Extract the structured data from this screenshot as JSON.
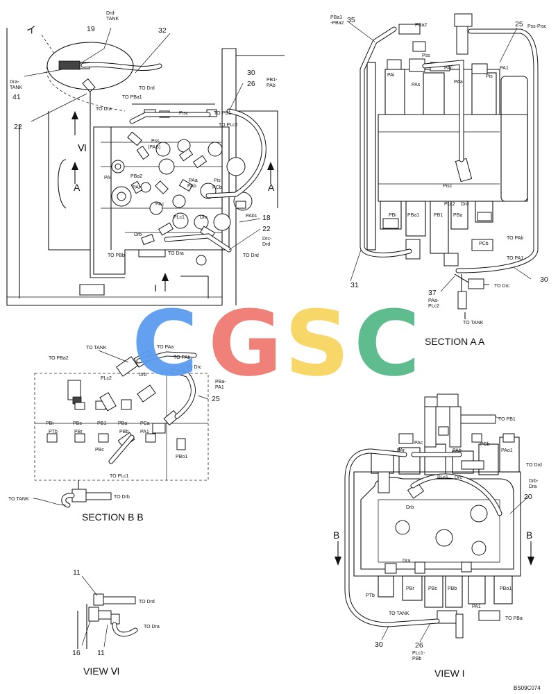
{
  "watermark": {
    "letters": [
      "C",
      "G",
      "S",
      "C"
    ],
    "colors": [
      "#5b9bef",
      "#ef7b72",
      "#f7d560",
      "#57b98a"
    ]
  },
  "drawing_code": "BS09C074",
  "top_left": {
    "callouts": [
      "32",
      "19",
      "30",
      "26",
      "41",
      "22",
      "18",
      "22"
    ],
    "roman_i_small": "イ",
    "notes": {
      "drd_tank": "Drd-\nTANK",
      "dra_tank": "Dra-\nTANK",
      "pb1_pab": "PB1-\nPAb",
      "drc_drd": "Drc-\nDrd"
    },
    "labels": [
      "TO Drd",
      "TO Dra",
      "TO PBa1",
      "TO PB1",
      "Pisc",
      "TO PLc2",
      "Pss",
      "(PAS)",
      "PAi",
      "PBa2",
      "PAr",
      "PAa",
      "PAb",
      "Pis",
      "PCb",
      "PAc",
      "PAb1",
      "Drb",
      "PLc1",
      "Drc",
      "TO PBb",
      "TO Dra",
      "TO Drd"
    ],
    "markers": {
      "vi": "Ⅵ",
      "a_left": "A",
      "a_right": "A",
      "i": "I"
    }
  },
  "section_aa": {
    "title": "SECTION A A",
    "callouts": [
      "35",
      "25",
      "31",
      "30",
      "37"
    ],
    "notes": {
      "pba1_pba2": "PBa1\n-PBa2",
      "pss_pisc": "Pss-Pisc",
      "pas_plc2": "PAa-\nPLc2"
    },
    "labels": [
      "PBa2",
      "PAi",
      "Pss",
      "PAs",
      "PAa",
      "Pis",
      "PAc",
      "PA1",
      "Pisc",
      "PLc2",
      "Drd",
      "PBi",
      "PBa1",
      "PB1",
      "PBa",
      "PCb",
      "TO PAb",
      "TO PA1",
      "TO Drc",
      "TO TANK"
    ]
  },
  "section_bb": {
    "title": "SECTION B B",
    "callouts": [
      "25"
    ],
    "notes": {
      "pba_pa1": "PBa-\nPA1"
    },
    "labels": [
      "TO TANK",
      "TO PAa",
      "TO PAb",
      "TO Drc",
      "TO PBa2",
      "PLc2",
      "Drb",
      "PBi",
      "PBs",
      "PB1",
      "PBa",
      "PCa",
      "PTb",
      "PBr",
      "PBb",
      "PA1",
      "PBc",
      "PBo1",
      "TO PLc1",
      "TO TANK",
      "TO Drb"
    ]
  },
  "view_vi": {
    "title": "VIEW Ⅵ",
    "callouts": [
      "11",
      "16",
      "11"
    ],
    "labels": [
      "TO Drd",
      "TO Dra"
    ]
  },
  "view_i": {
    "title": "VIEW I",
    "callouts": [
      "20",
      "30",
      "26"
    ],
    "notes": {
      "drb_dra": "Drb-\nDra",
      "plc1_pbb": "PLc1-\nPBb"
    },
    "markers": {
      "b_left": "B",
      "b_right": "B"
    },
    "labels": [
      "TO PB1",
      "PAc",
      "PCb",
      "PAr",
      "PAb",
      "PAo1",
      "TO Drd",
      "PLc1",
      "Drc",
      "Drb",
      "Dra",
      "PTb",
      "PBr",
      "PBc",
      "PBb",
      "PBo1",
      "PA1",
      "TO TANK",
      "TO PBa"
    ]
  }
}
